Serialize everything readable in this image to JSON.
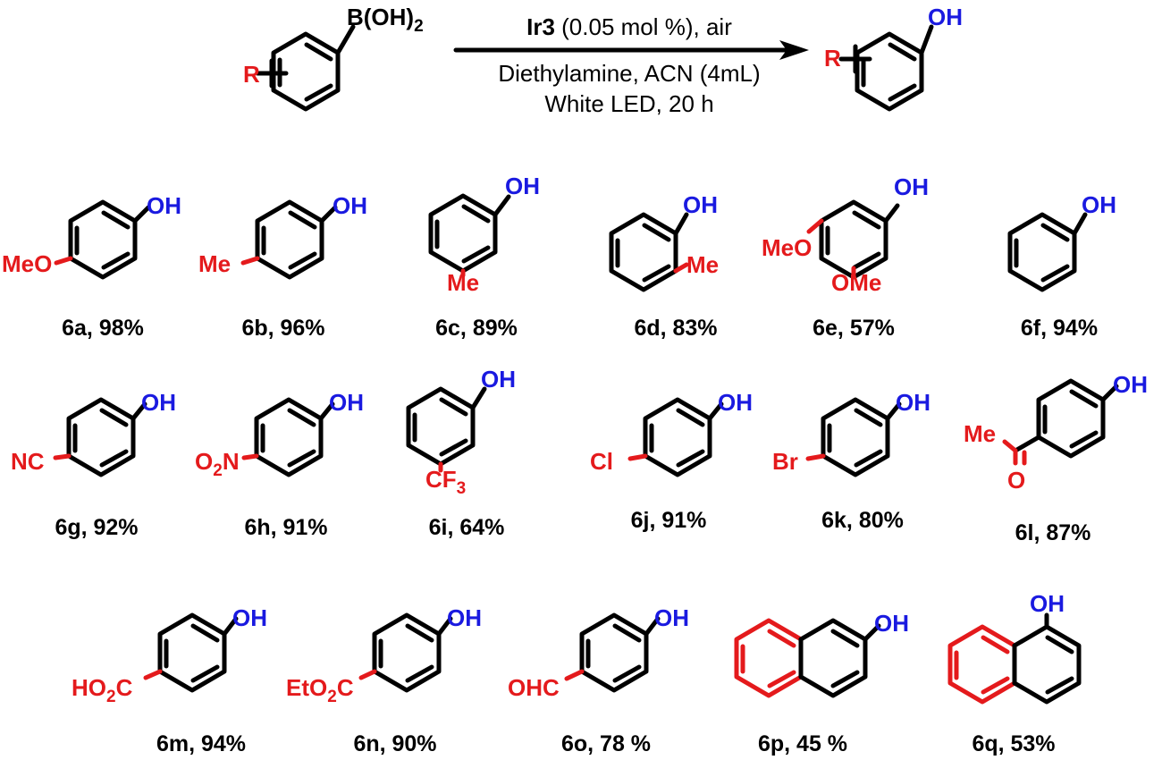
{
  "reaction": {
    "reactant_r": "R",
    "reactant_group": "B(OH)",
    "reactant_group_sub": "2",
    "catalyst": "Ir3",
    "condition_line1_rest": " (0.05 mol %), air",
    "condition_line2": "Diethylamine, ACN (4mL)",
    "condition_line3": "White LED, 20 h",
    "product_r": "R",
    "product_oh": "OH"
  },
  "compounds": [
    {
      "id": "6a",
      "yield": "98%",
      "caption": "6a, 98%",
      "substituent": "MeO"
    },
    {
      "id": "6b",
      "yield": "96%",
      "caption": "6b, 96%",
      "substituent": "Me"
    },
    {
      "id": "6c",
      "yield": "89%",
      "caption": "6c, 89%",
      "substituent": "Me"
    },
    {
      "id": "6d",
      "yield": "83%",
      "caption": "6d, 83%",
      "substituent": "Me"
    },
    {
      "id": "6e",
      "yield": "57%",
      "caption": "6e, 57%",
      "substituent": "MeO",
      "substituent2": "OMe"
    },
    {
      "id": "6f",
      "yield": "94%",
      "caption": "6f, 94%"
    },
    {
      "id": "6g",
      "yield": "92%",
      "caption": "6g, 92%",
      "substituent": "NC"
    },
    {
      "id": "6h",
      "yield": "91%",
      "caption": "6h, 91%",
      "substituent": "O",
      "substituent_sub": "2",
      "substituent_tail": "N"
    },
    {
      "id": "6i",
      "yield": "64%",
      "caption": "6i, 64%",
      "substituent": "CF",
      "substituent_sub": "3"
    },
    {
      "id": "6j",
      "yield": "91%",
      "caption": "6j, 91%",
      "substituent": "Cl"
    },
    {
      "id": "6k",
      "yield": "80%",
      "caption": "6k, 80%",
      "substituent": "Br"
    },
    {
      "id": "6l",
      "yield": "87%",
      "caption": "6l, 87%",
      "substituent": "Me",
      "substituent2": "O"
    },
    {
      "id": "6m",
      "yield": "94%",
      "caption": "6m, 94%",
      "substituent": "HO",
      "substituent_sub": "2",
      "substituent_tail": "C"
    },
    {
      "id": "6n",
      "yield": "90%",
      "caption": "6n, 90%",
      "substituent": "EtO",
      "substituent_sub": "2",
      "substituent_tail": "C"
    },
    {
      "id": "6o",
      "yield": "78 %",
      "caption": "6o, 78 %",
      "substituent": "OHC"
    },
    {
      "id": "6p",
      "yield": "45 %",
      "caption": "6p, 45 %"
    },
    {
      "id": "6q",
      "yield": "53%",
      "caption": "6q, 53%"
    }
  ],
  "oh_label": "OH",
  "colors": {
    "substituent": "#e41a1c",
    "hydroxyl": "#1a1ae0",
    "bond": "#000000"
  }
}
